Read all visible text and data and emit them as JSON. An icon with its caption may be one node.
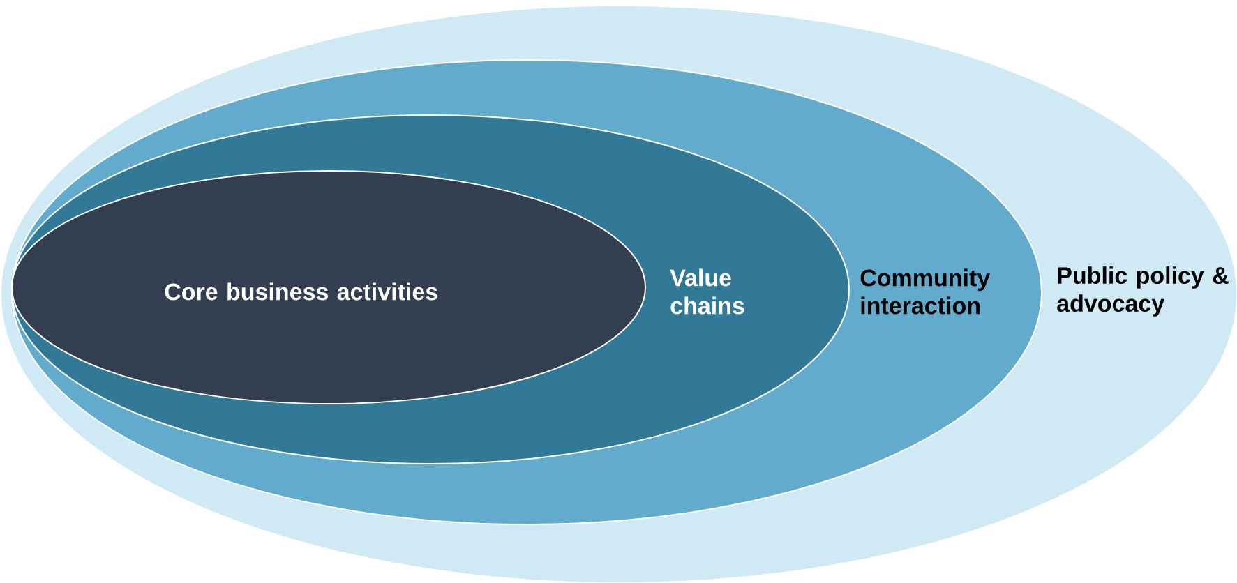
{
  "diagram": {
    "nodes": [
      {
        "text": [
          "Public policy & advocacy"
        ]
      },
      {
        "text": [
          "Community interaction"
        ],
        "in": 0
      },
      {
        "text": [
          "Value chains"
        ],
        "in": 1
      },
      {
        "text": [
          "Core business activities"
        ],
        "in": 2
      }
    ]
  }
}
